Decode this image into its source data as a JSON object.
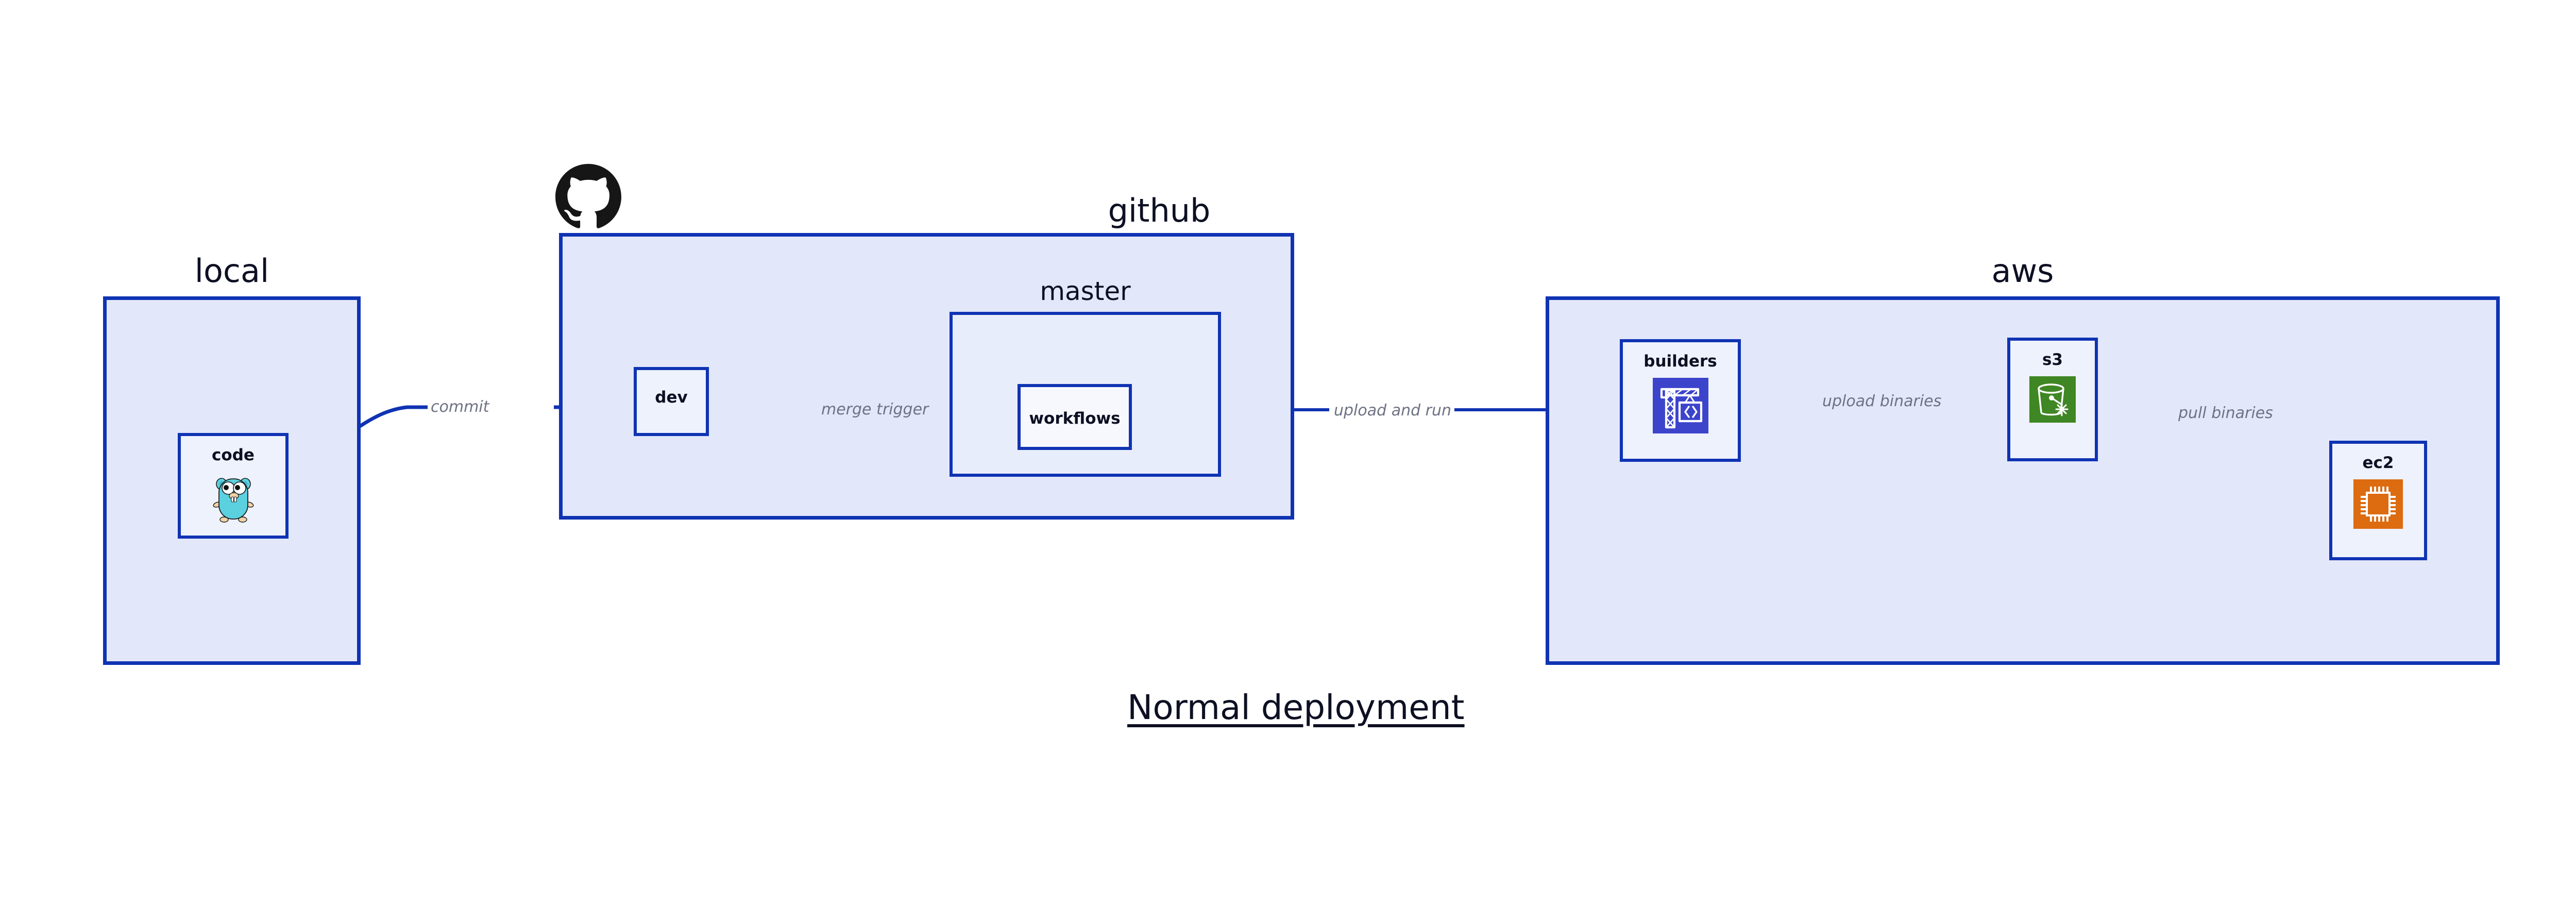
{
  "diagram": {
    "caption": "Normal deployment",
    "background": "#ffffff",
    "accent_color": "#0f33b3",
    "group_fill": "#e2e7fa",
    "node_fill": "#eef2fc",
    "label_color": "#6e7283"
  },
  "groups": [
    {
      "id": "local",
      "label": "local",
      "nodes": [
        {
          "id": "code",
          "label": "code",
          "icon": "go-gopher-icon"
        }
      ]
    },
    {
      "id": "github",
      "label": "github",
      "badge_icon": "github-octocat-icon",
      "nodes": [
        {
          "id": "dev",
          "label": "dev",
          "icon": null
        }
      ],
      "subgroups": [
        {
          "id": "master",
          "label": "master",
          "nodes": [
            {
              "id": "workflows",
              "label": "workflows",
              "icon": null
            }
          ]
        }
      ]
    },
    {
      "id": "aws",
      "label": "aws",
      "nodes": [
        {
          "id": "builders",
          "label": "builders",
          "icon": "aws-codebuild-crane-icon",
          "icon_color": "#3c44cc"
        },
        {
          "id": "s3",
          "label": "s3",
          "icon": "aws-s3-bucket-glacier-icon",
          "icon_color": "#3f8624"
        },
        {
          "id": "ec2",
          "label": "ec2",
          "icon": "aws-ec2-cpu-icon",
          "icon_color": "#dd6b10"
        }
      ]
    }
  ],
  "edges": [
    {
      "id": "commit",
      "label": "commit",
      "from": "code",
      "to": "dev",
      "label_bg": "white"
    },
    {
      "id": "merge-trigger",
      "label": "merge trigger",
      "from": "dev",
      "to": "workflows",
      "label_bg": "blue"
    },
    {
      "id": "upload-and-run",
      "label": "upload and run",
      "from": "workflows",
      "to": "builders",
      "label_bg": "white"
    },
    {
      "id": "upload-binaries",
      "label": "upload binaries",
      "from": "builders",
      "to": "s3",
      "label_bg": "blue"
    },
    {
      "id": "pull-binaries",
      "label": "pull binaries",
      "from": "s3",
      "to": "ec2",
      "label_bg": "blue"
    }
  ]
}
